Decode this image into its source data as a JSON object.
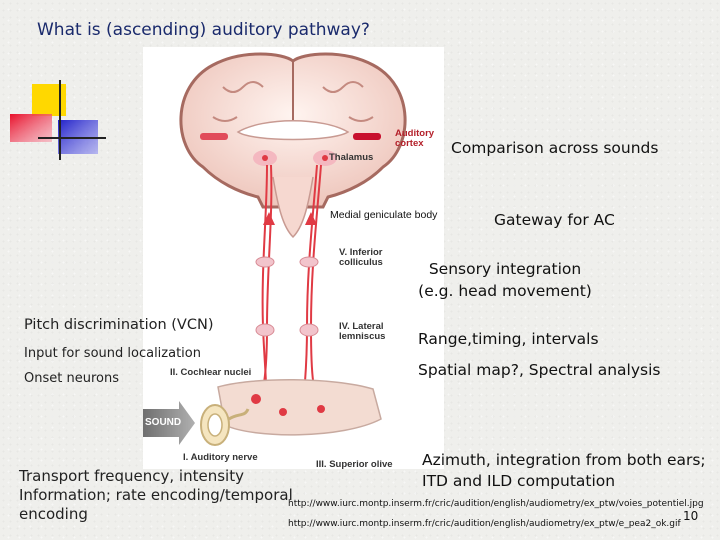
{
  "slide": {
    "title": "What is (ascending) auditory pathway?",
    "page_number": "10"
  },
  "figure": {
    "labels": {
      "auditory_cortex": "Auditory\ncortex",
      "thalamus": "Thalamus",
      "medial_geniculate": "Medial geniculate body",
      "inferior_colliculus": "V. Inferior\ncolliculus",
      "lateral_lemniscus": "IV. Lateral\nlemniscus",
      "cochlear_nuclei": "II. Cochlear nuclei",
      "auditory_nerve": "I. Auditory nerve",
      "superior_olive": "III. Superior olive",
      "sound": "SOUND"
    }
  },
  "annotations": {
    "comparison": "Comparison across sounds",
    "gateway": "Gateway for AC",
    "sensory_integration": "Sensory integration\n(e.g. head movement)",
    "range_timing": "Range,timing, intervals",
    "spatial_map": "Spatial map?, Spectral analysis",
    "azimuth": "Azimuth, integration from both ears;\nITD and ILD computation",
    "pitch": "Pitch discrimination (VCN)",
    "sound_localization": "Input for sound localization",
    "onset": "Onset neurons",
    "transport": "Transport frequency, intensity\nInformation; rate encoding/temporal\nencoding"
  },
  "references": {
    "url1": "http://www.iurc.montp.inserm.fr/cric/audition/english/audiometry/ex_ptw/voies_potentiel.jpg",
    "url2": "http://www.iurc.montp.inserm.fr/cric/audition/english/audiometry/ex_ptw/e_pea2_ok.gif"
  },
  "colors": {
    "title": "#1a2a6c",
    "pathway": "#e03a44",
    "brain_fill": "#f4dcd4",
    "logo_yellow": "#ffd800",
    "logo_red": "#e8102a",
    "logo_blue": "#2020c8"
  }
}
